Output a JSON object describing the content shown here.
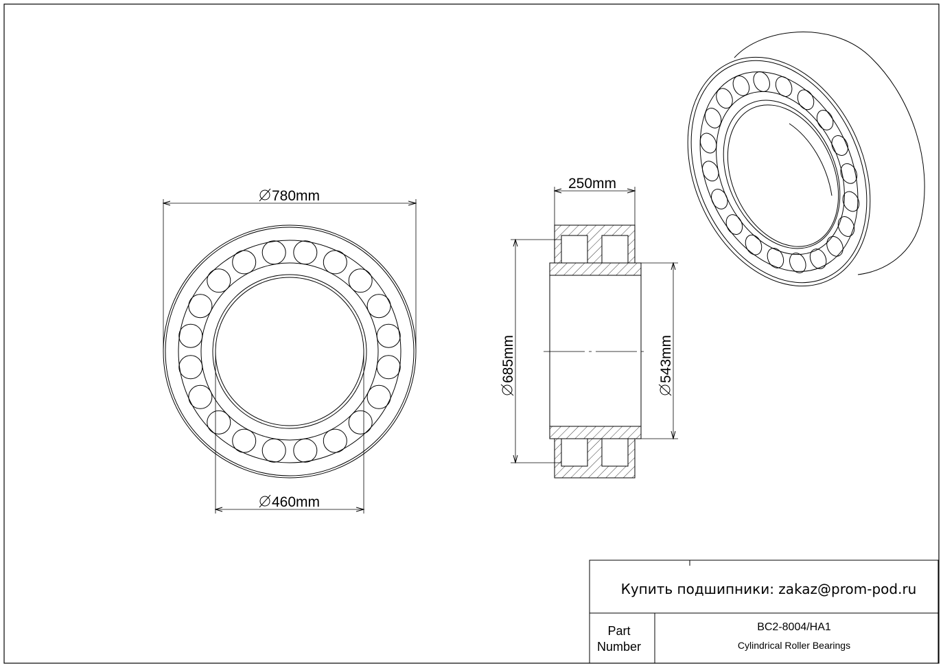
{
  "front_view": {
    "outer_diameter_label": "780mm",
    "bore_diameter_label": "460mm",
    "roller_count": 20
  },
  "side_view": {
    "width_label": "250mm",
    "outer_race_inner_diameter_label": "685mm",
    "inner_race_outer_diameter_label": "543mm"
  },
  "title_block": {
    "contact": "Купить подшипники: zakaz@prom-pod.ru",
    "part_label_line1": "Part",
    "part_label_line2": "Number",
    "part_number": "BC2-8004/HA1",
    "description": "Cylindrical Roller Bearings"
  },
  "colors": {
    "line": "#000000",
    "background": "#ffffff"
  },
  "icons": {
    "diameter_symbol": "diameter-symbol-icon"
  }
}
